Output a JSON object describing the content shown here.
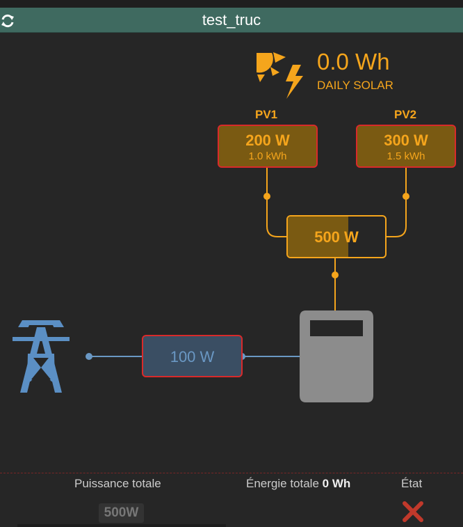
{
  "header": {
    "title": "test_truc",
    "refresh_icon": "refresh-icon"
  },
  "solar": {
    "value": "0.0 Wh",
    "label": "DAILY SOLAR",
    "icon": "sun-lightning-icon"
  },
  "pv": [
    {
      "name": "PV1",
      "power": "200 W",
      "energy": "1.0 kWh"
    },
    {
      "name": "PV2",
      "power": "300 W",
      "energy": "1.5 kWh"
    }
  ],
  "pv_total": {
    "power": "500 W",
    "fill_fraction": 0.62
  },
  "grid": {
    "power": "100 W",
    "icon": "power-pylon-icon"
  },
  "inverter": {
    "icon": "inverter-icon"
  },
  "footer": {
    "total_power_label": "Puissance totale",
    "total_power_value": "500W",
    "total_energy_label": "Énergie totale",
    "total_energy_value": "0 Wh",
    "state_label": "État",
    "state_icon": "cross-icon"
  },
  "colors": {
    "solar": "#f5a51c",
    "grid": "#6a98c4",
    "alert_border": "#d92a2a",
    "titlebar": "#3f6a60"
  }
}
